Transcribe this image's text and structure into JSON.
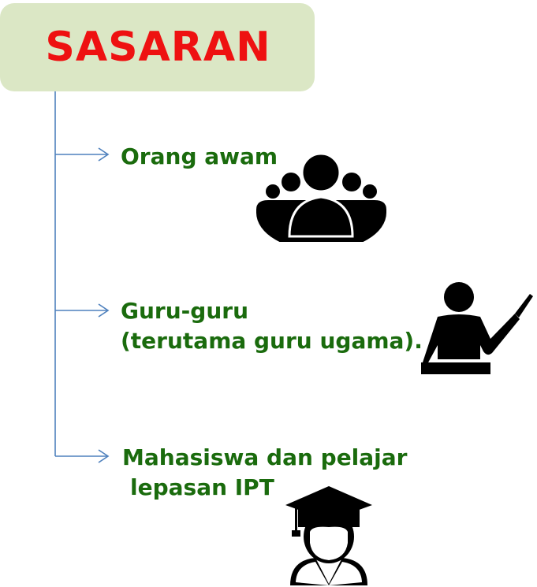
{
  "title": "SASARAN",
  "colors": {
    "title_text": "#ee1111",
    "title_box": "#dbe7c5",
    "item_text": "#1a6b0d",
    "connector": "#4f81bd",
    "icon": "#000000"
  },
  "items": [
    {
      "lines": [
        "Orang awam"
      ],
      "icon": "group-people-icon"
    },
    {
      "lines": [
        "Guru-guru",
        "(terutama guru ugama)."
      ],
      "icon": "teacher-pointer-icon"
    },
    {
      "lines": [
        "Mahasiswa dan pelajar",
        "lepasan IPT"
      ],
      "icon": "graduate-icon"
    }
  ]
}
